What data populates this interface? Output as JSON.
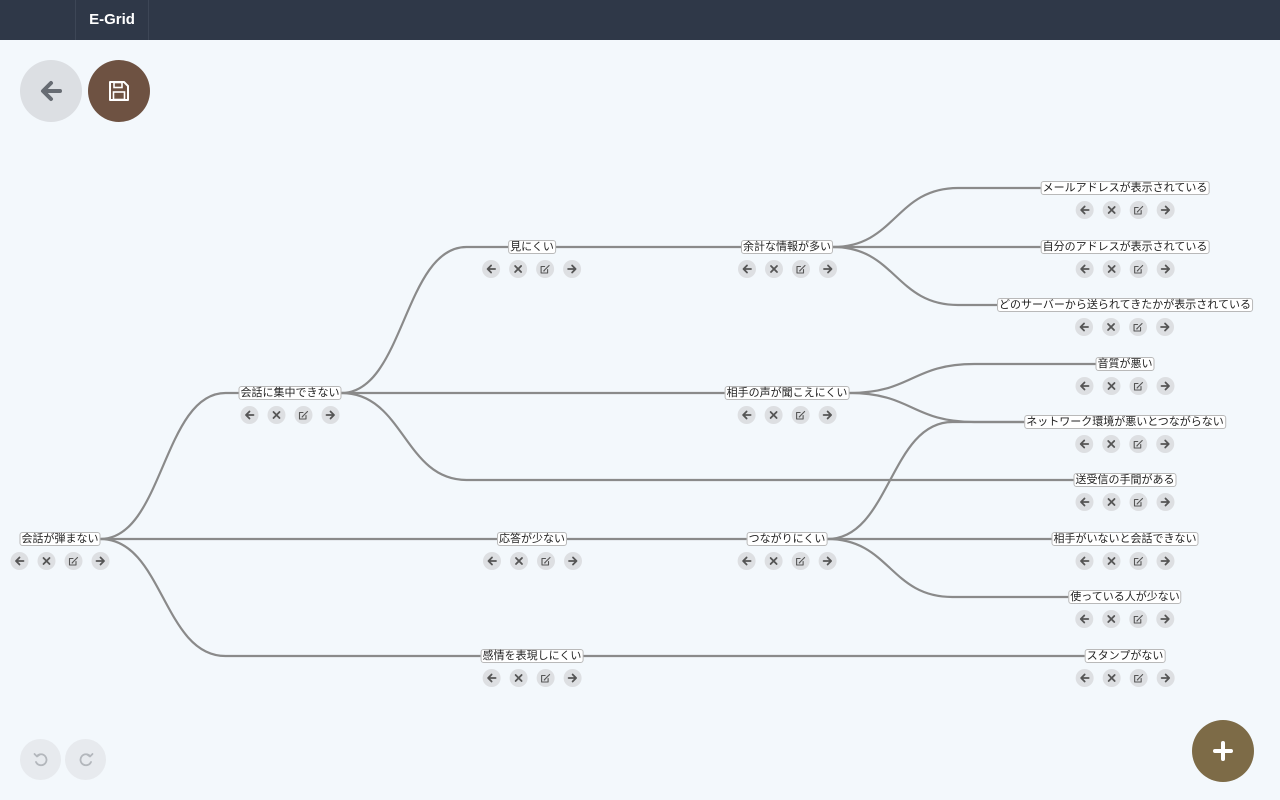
{
  "app": {
    "title": "E-Grid"
  },
  "toolbar": {
    "back_icon": "arrow-left-icon",
    "save_icon": "floppy-disk-icon",
    "undo_icon": "undo-icon",
    "redo_icon": "redo-icon",
    "add_icon": "plus-icon"
  },
  "colors": {
    "topbar": "#2f3848",
    "background": "#f3f8fc",
    "save_button": "#6e5242",
    "add_button": "#7d6b47",
    "edge": "#8a8a8a"
  },
  "node_actions": [
    "arrow-left-icon",
    "close-icon",
    "edit-icon",
    "arrow-right-icon"
  ],
  "nodes": [
    {
      "id": "n1",
      "label": "会話が弾まない"
    },
    {
      "id": "n2",
      "label": "会話に集中できない"
    },
    {
      "id": "n3",
      "label": "応答が少ない"
    },
    {
      "id": "n4",
      "label": "感情を表現しにくい"
    },
    {
      "id": "n5",
      "label": "見にくい"
    },
    {
      "id": "n6",
      "label": "余計な情報が多い"
    },
    {
      "id": "n7",
      "label": "相手の声が聞こえにくい"
    },
    {
      "id": "n8",
      "label": "つながりにくい"
    },
    {
      "id": "n9",
      "label": "メールアドレスが表示されている"
    },
    {
      "id": "n10",
      "label": "自分のアドレスが表示されている"
    },
    {
      "id": "n11",
      "label": "どのサーバーから送られてきたかが表示されている"
    },
    {
      "id": "n12",
      "label": "音質が悪い"
    },
    {
      "id": "n13",
      "label": "ネットワーク環境が悪いとつながらない"
    },
    {
      "id": "n14",
      "label": "送受信の手間がある"
    },
    {
      "id": "n15",
      "label": "相手がいないと会話できない"
    },
    {
      "id": "n16",
      "label": "使っている人が少ない"
    },
    {
      "id": "n17",
      "label": "スタンプがない"
    }
  ]
}
